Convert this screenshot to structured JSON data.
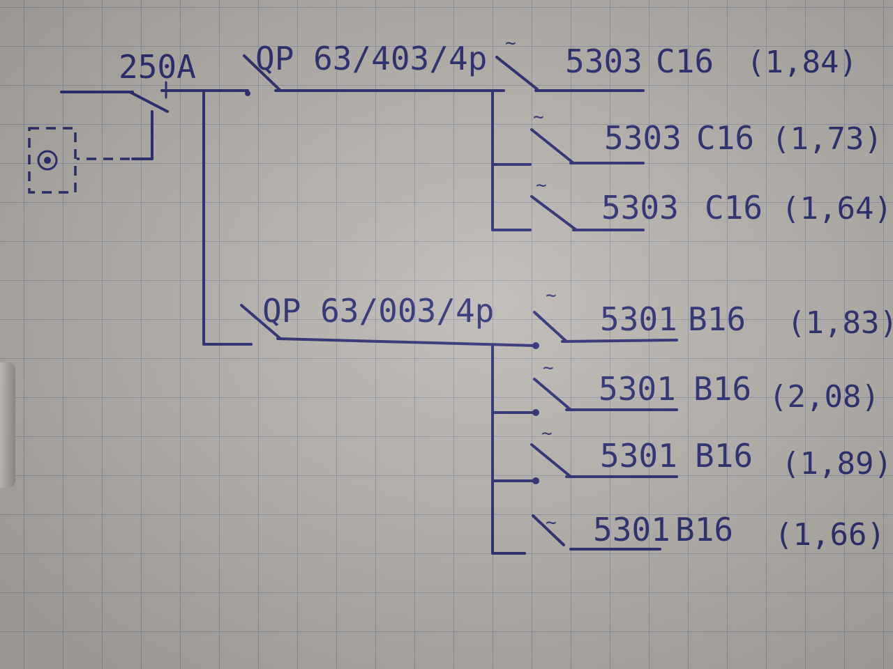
{
  "main_switch": {
    "rating": "250A"
  },
  "groups": [
    {
      "rcd": "QP 63/403/4p",
      "breakers": [
        {
          "symbol": "~",
          "model": "5303",
          "rating": "C16",
          "value": "(1,84)"
        },
        {
          "symbol": "~",
          "model": "5303",
          "rating": "C16",
          "value": "(1,73)"
        },
        {
          "symbol": "~",
          "model": "5303",
          "rating": "C16",
          "value": "(1,64)"
        }
      ]
    },
    {
      "rcd": "QP 63/003/4p",
      "breakers": [
        {
          "symbol": "~",
          "model": "5301",
          "rating": "B16",
          "value": "(1,83)"
        },
        {
          "symbol": "~",
          "model": "5301",
          "rating": "B16",
          "value": "(2,08)"
        },
        {
          "symbol": "~",
          "model": "5301",
          "rating": "B16",
          "value": "(1,89)"
        },
        {
          "symbol": "~",
          "model": "5301",
          "rating": "B16",
          "value": "(1,66)"
        }
      ]
    }
  ],
  "colors": {
    "ink": "#2a2d73",
    "paper": "#bdb8b3",
    "grid": "#7682aa"
  }
}
